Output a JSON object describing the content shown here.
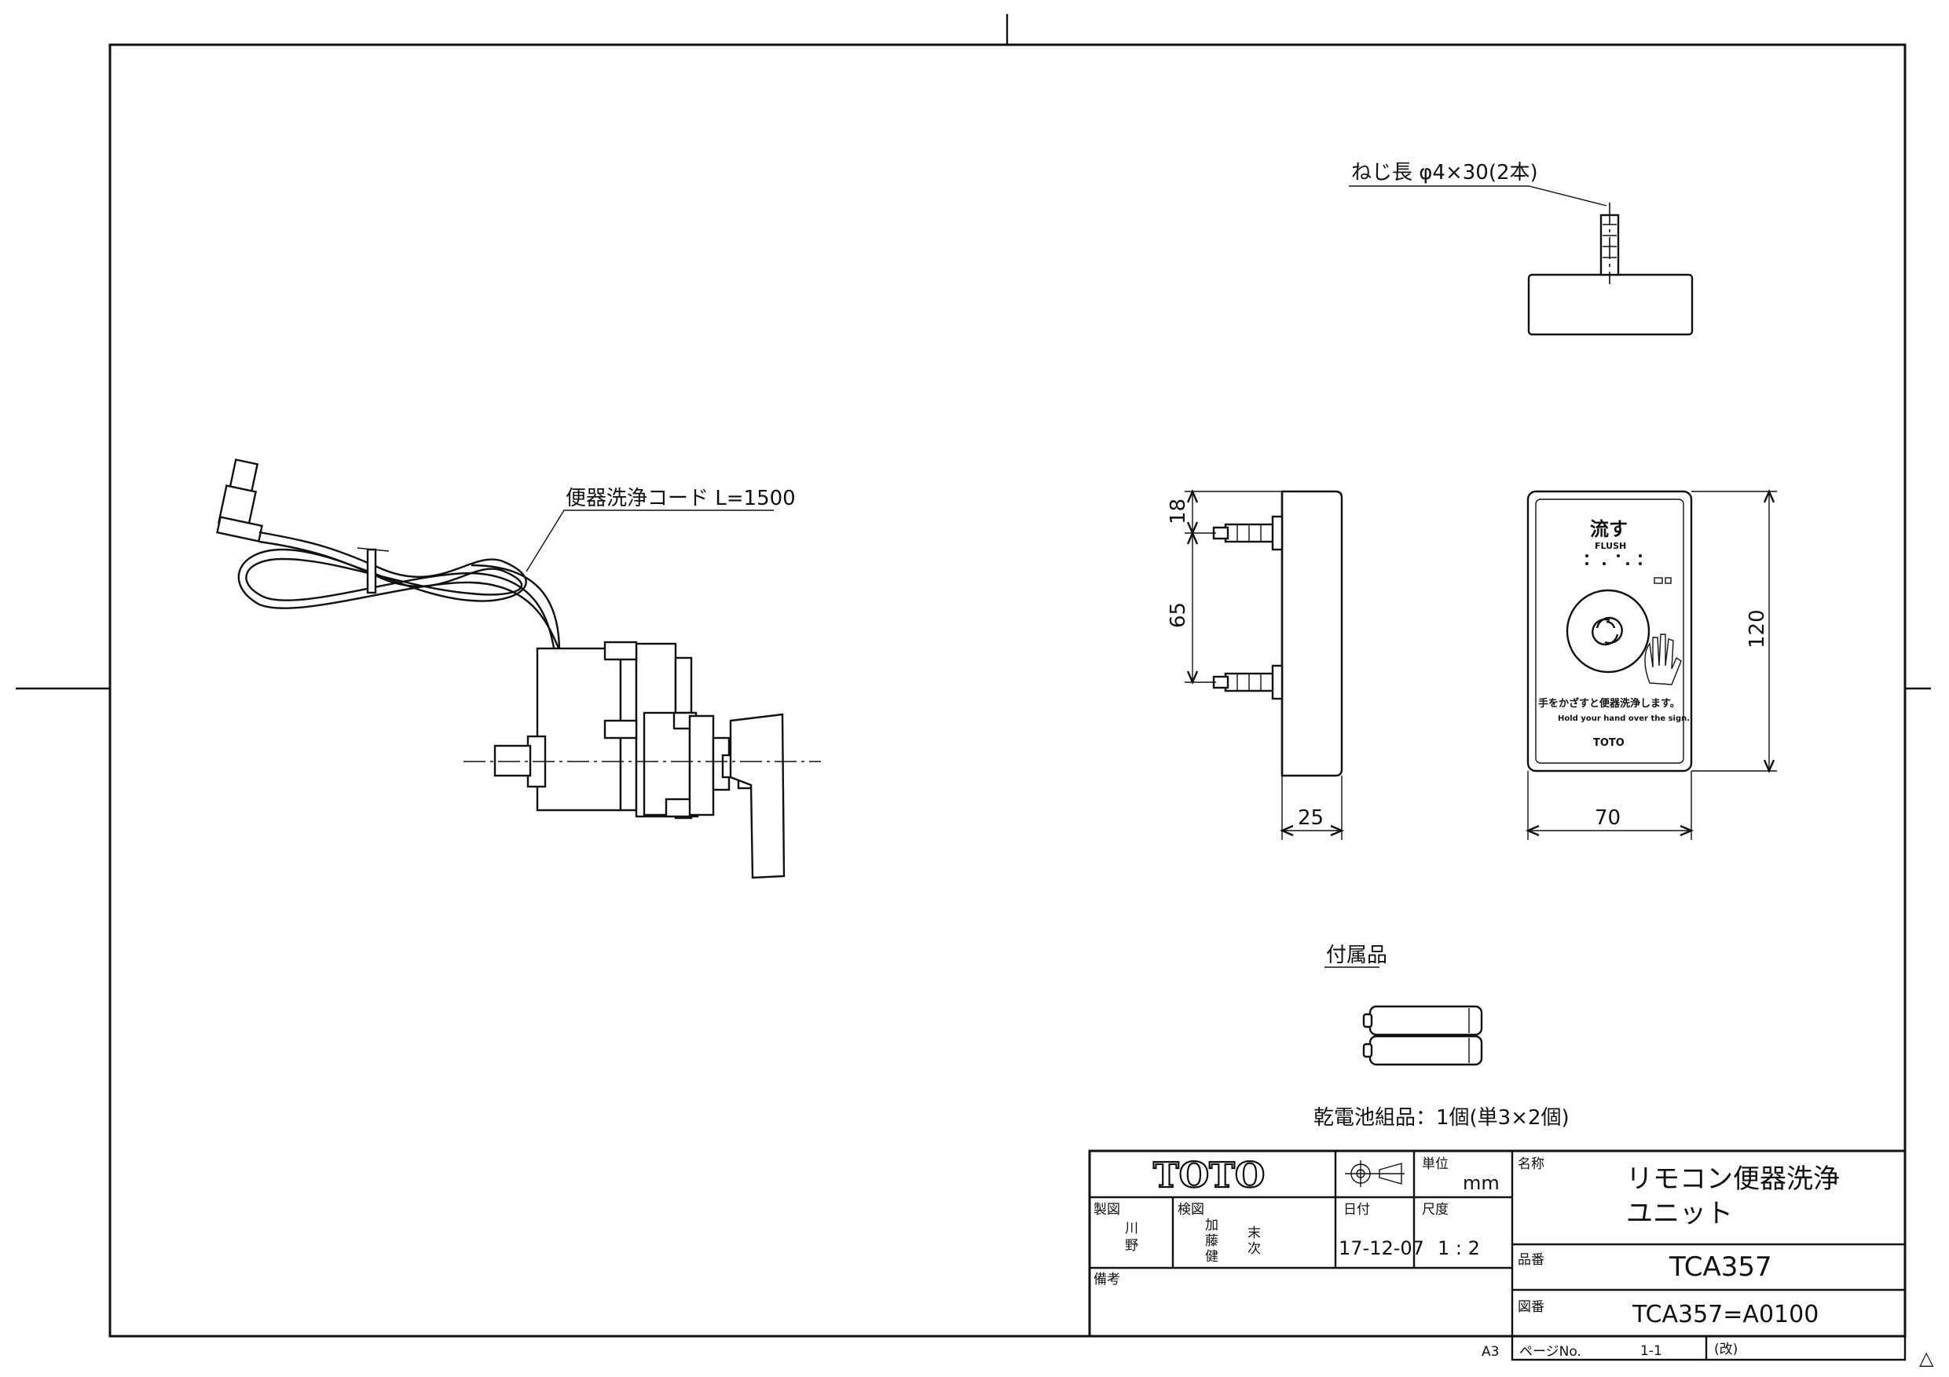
{
  "drawing": {
    "screw_label": "ねじ長 φ4×30(2本)",
    "cord_label": "便器洗浄コード L=1500",
    "accessory_title": "付属品",
    "battery_label": "乾電池組品：1個(単3×2個)",
    "dimensions": {
      "depth_top": "18",
      "screw_pitch": "65",
      "depth": "25",
      "height": "120",
      "width": "70"
    },
    "panel": {
      "label_jp": "流す",
      "label_en": "FLUSH",
      "instruction_jp": "手をかざすと便器洗浄します。",
      "instruction_en": "Hold your hand over the sign.",
      "brand": "TOTO"
    }
  },
  "title_block": {
    "logo": "TOTO",
    "unit_label": "単位",
    "unit_value": "mm",
    "name_label": "名称",
    "name_line1": "リモコン便器洗浄",
    "name_line2": "ユニット",
    "drawn_label": "製図",
    "drawn_by_1": "川",
    "drawn_by_2": "野",
    "checked_label": "検図",
    "checked_by_1": "加",
    "checked_by_2": "藤",
    "checked_by_3": "健",
    "checked_by_4": "末",
    "checked_by_5": "次",
    "date_label": "日付",
    "date_value": "17-12-07",
    "scale_label": "尺度",
    "scale_value": "1 : 2",
    "product_label": "品番",
    "product_value": "TCA357",
    "remarks_label": "備考",
    "drawing_label": "図番",
    "drawing_value": "TCA357=A0100",
    "paper_size": "A3",
    "page_label": "ページNo.",
    "page_value": "1-1",
    "revision_label": "(改)",
    "revision_mark": "△"
  }
}
